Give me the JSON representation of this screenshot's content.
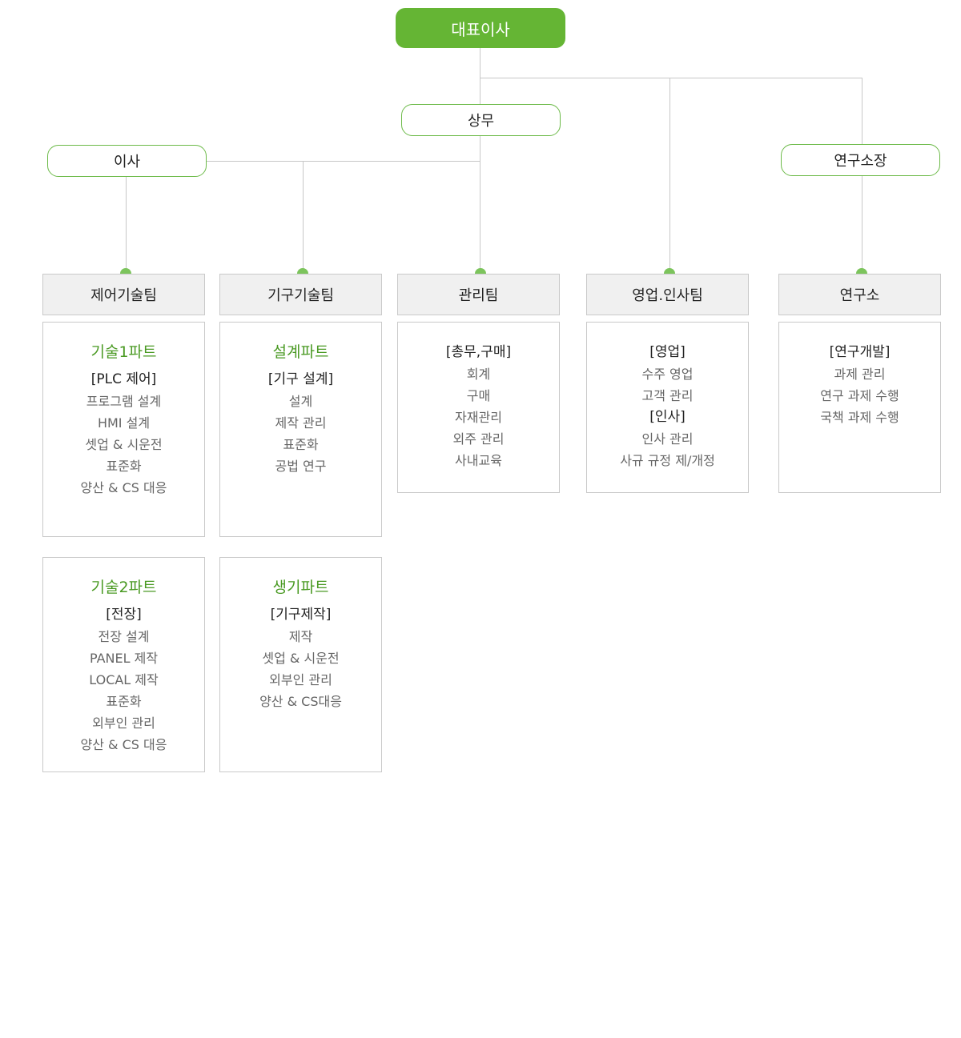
{
  "ceo": "대표이사",
  "sangmu": "상무",
  "isa": "이사",
  "lab_director": "연구소장",
  "teams": {
    "control": "제어기술팀",
    "mech": "기구기술팀",
    "admin": "관리팀",
    "sales_hr": "영업.인사팀",
    "lab": "연구소"
  },
  "boxes": {
    "control_part1": {
      "title": "기술1파트",
      "section": "[PLC 제어]",
      "items": [
        "프로그램 설계",
        "HMI 설계",
        "셋업 & 시운전",
        "표준화",
        "양산 & CS 대응"
      ]
    },
    "control_part2": {
      "title": "기술2파트",
      "section": "[전장]",
      "items": [
        "전장 설계",
        "PANEL 제작",
        "LOCAL 제작",
        "표준화",
        "외부인 관리",
        "양산 & CS 대응"
      ]
    },
    "mech_design": {
      "title": "설계파트",
      "section": "[기구 설계]",
      "items": [
        "설계",
        "제작 관리",
        "표준화",
        "공법 연구"
      ]
    },
    "mech_prod": {
      "title": "생기파트",
      "section": "[기구제작]",
      "items": [
        "제작",
        "셋업 & 시운전",
        "외부인 관리",
        "양산 & CS대응"
      ]
    },
    "admin": {
      "section": "[총무,구매]",
      "items": [
        "회계",
        "구매",
        "자재관리",
        "외주 관리",
        "사내교육"
      ]
    },
    "sales_hr": {
      "section1": "[영업]",
      "items1": [
        "수주 영업",
        "고객 관리"
      ],
      "section2": "[인사]",
      "items2": [
        "인사 관리",
        "사규 규정 제/개정"
      ]
    },
    "lab": {
      "section": "[연구개발]",
      "items": [
        "과제 관리",
        "연구 과제 수행",
        "국책 과제 수행"
      ]
    }
  }
}
